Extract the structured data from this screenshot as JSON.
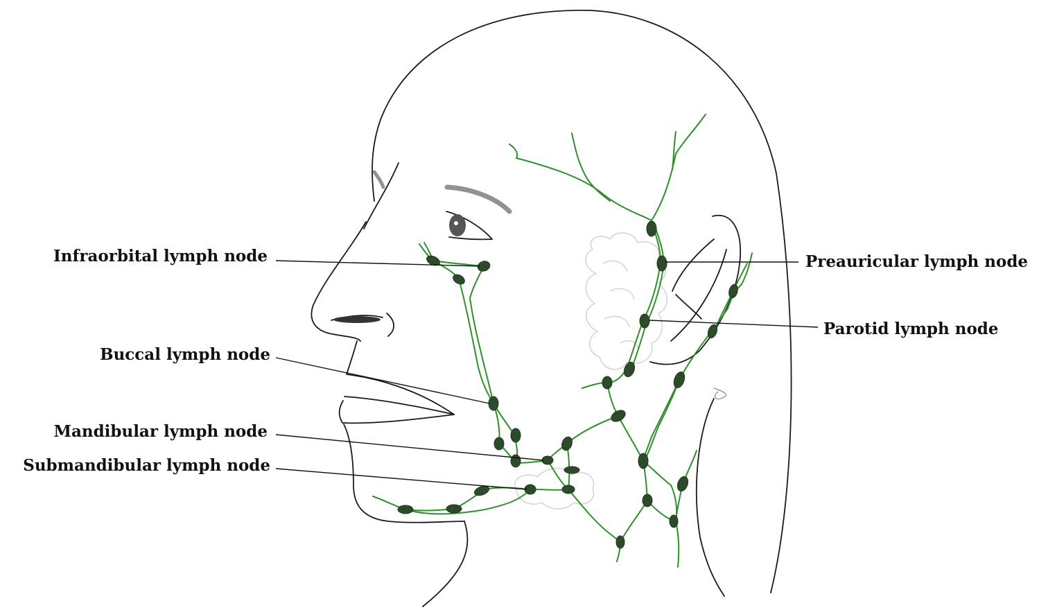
{
  "labels": {
    "infraorbital": "Infraorbital lymph node",
    "buccal": "Buccal lymph node",
    "mandibular": "Mandibular lymph node",
    "submandibular": "Submandibular lymph node",
    "preauricular": "Preauricular lymph node",
    "parotid": "Parotid lymph node"
  },
  "colors": {
    "vessel": "#2f8f2a",
    "node": "#2d4a2b",
    "outline": "#1a1a1a",
    "label": "#111111"
  }
}
